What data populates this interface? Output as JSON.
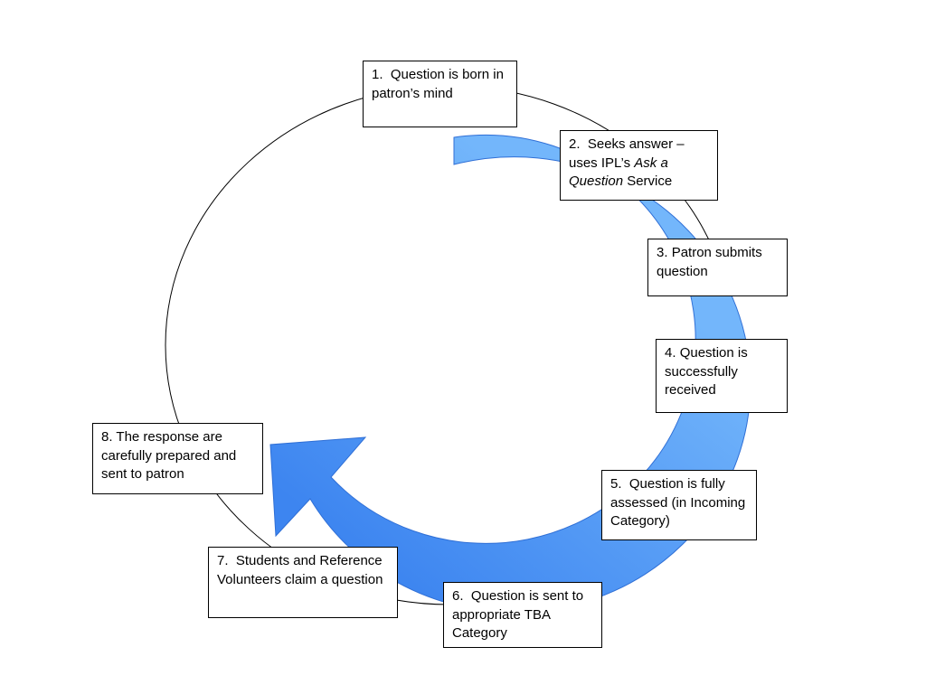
{
  "colors": {
    "arrow_light": "#73b6fb",
    "arrow_dark": "#3d85f0",
    "arrow_stroke": "#2f6fd6",
    "circle_stroke": "#000000",
    "box_border": "#000000"
  },
  "steps": [
    {
      "number": "1.",
      "parts": [
        {
          "text": "Question is born in patron’s mind"
        }
      ]
    },
    {
      "number": "2.",
      "parts": [
        {
          "text": "Seeks answer – uses IPL’s "
        },
        {
          "text": "Ask a Question",
          "italic": true
        },
        {
          "text": " Service"
        }
      ]
    },
    {
      "number": "3.",
      "parts": [
        {
          "text": "Patron submits question"
        }
      ]
    },
    {
      "number": "4.",
      "parts": [
        {
          "text": "Question is successfully received"
        }
      ]
    },
    {
      "number": "5.",
      "parts": [
        {
          "text": "Question is fully assessed (in Incoming Category)"
        }
      ]
    },
    {
      "number": "6.",
      "parts": [
        {
          "text": "Question is sent to appropriate TBA Category"
        }
      ]
    },
    {
      "number": "7.",
      "parts": [
        {
          "text": "Students and Reference Volunteers claim a question"
        }
      ]
    },
    {
      "number": "8.",
      "parts": [
        {
          "text": "The response are carefully prepared and sent to patron"
        }
      ]
    }
  ]
}
